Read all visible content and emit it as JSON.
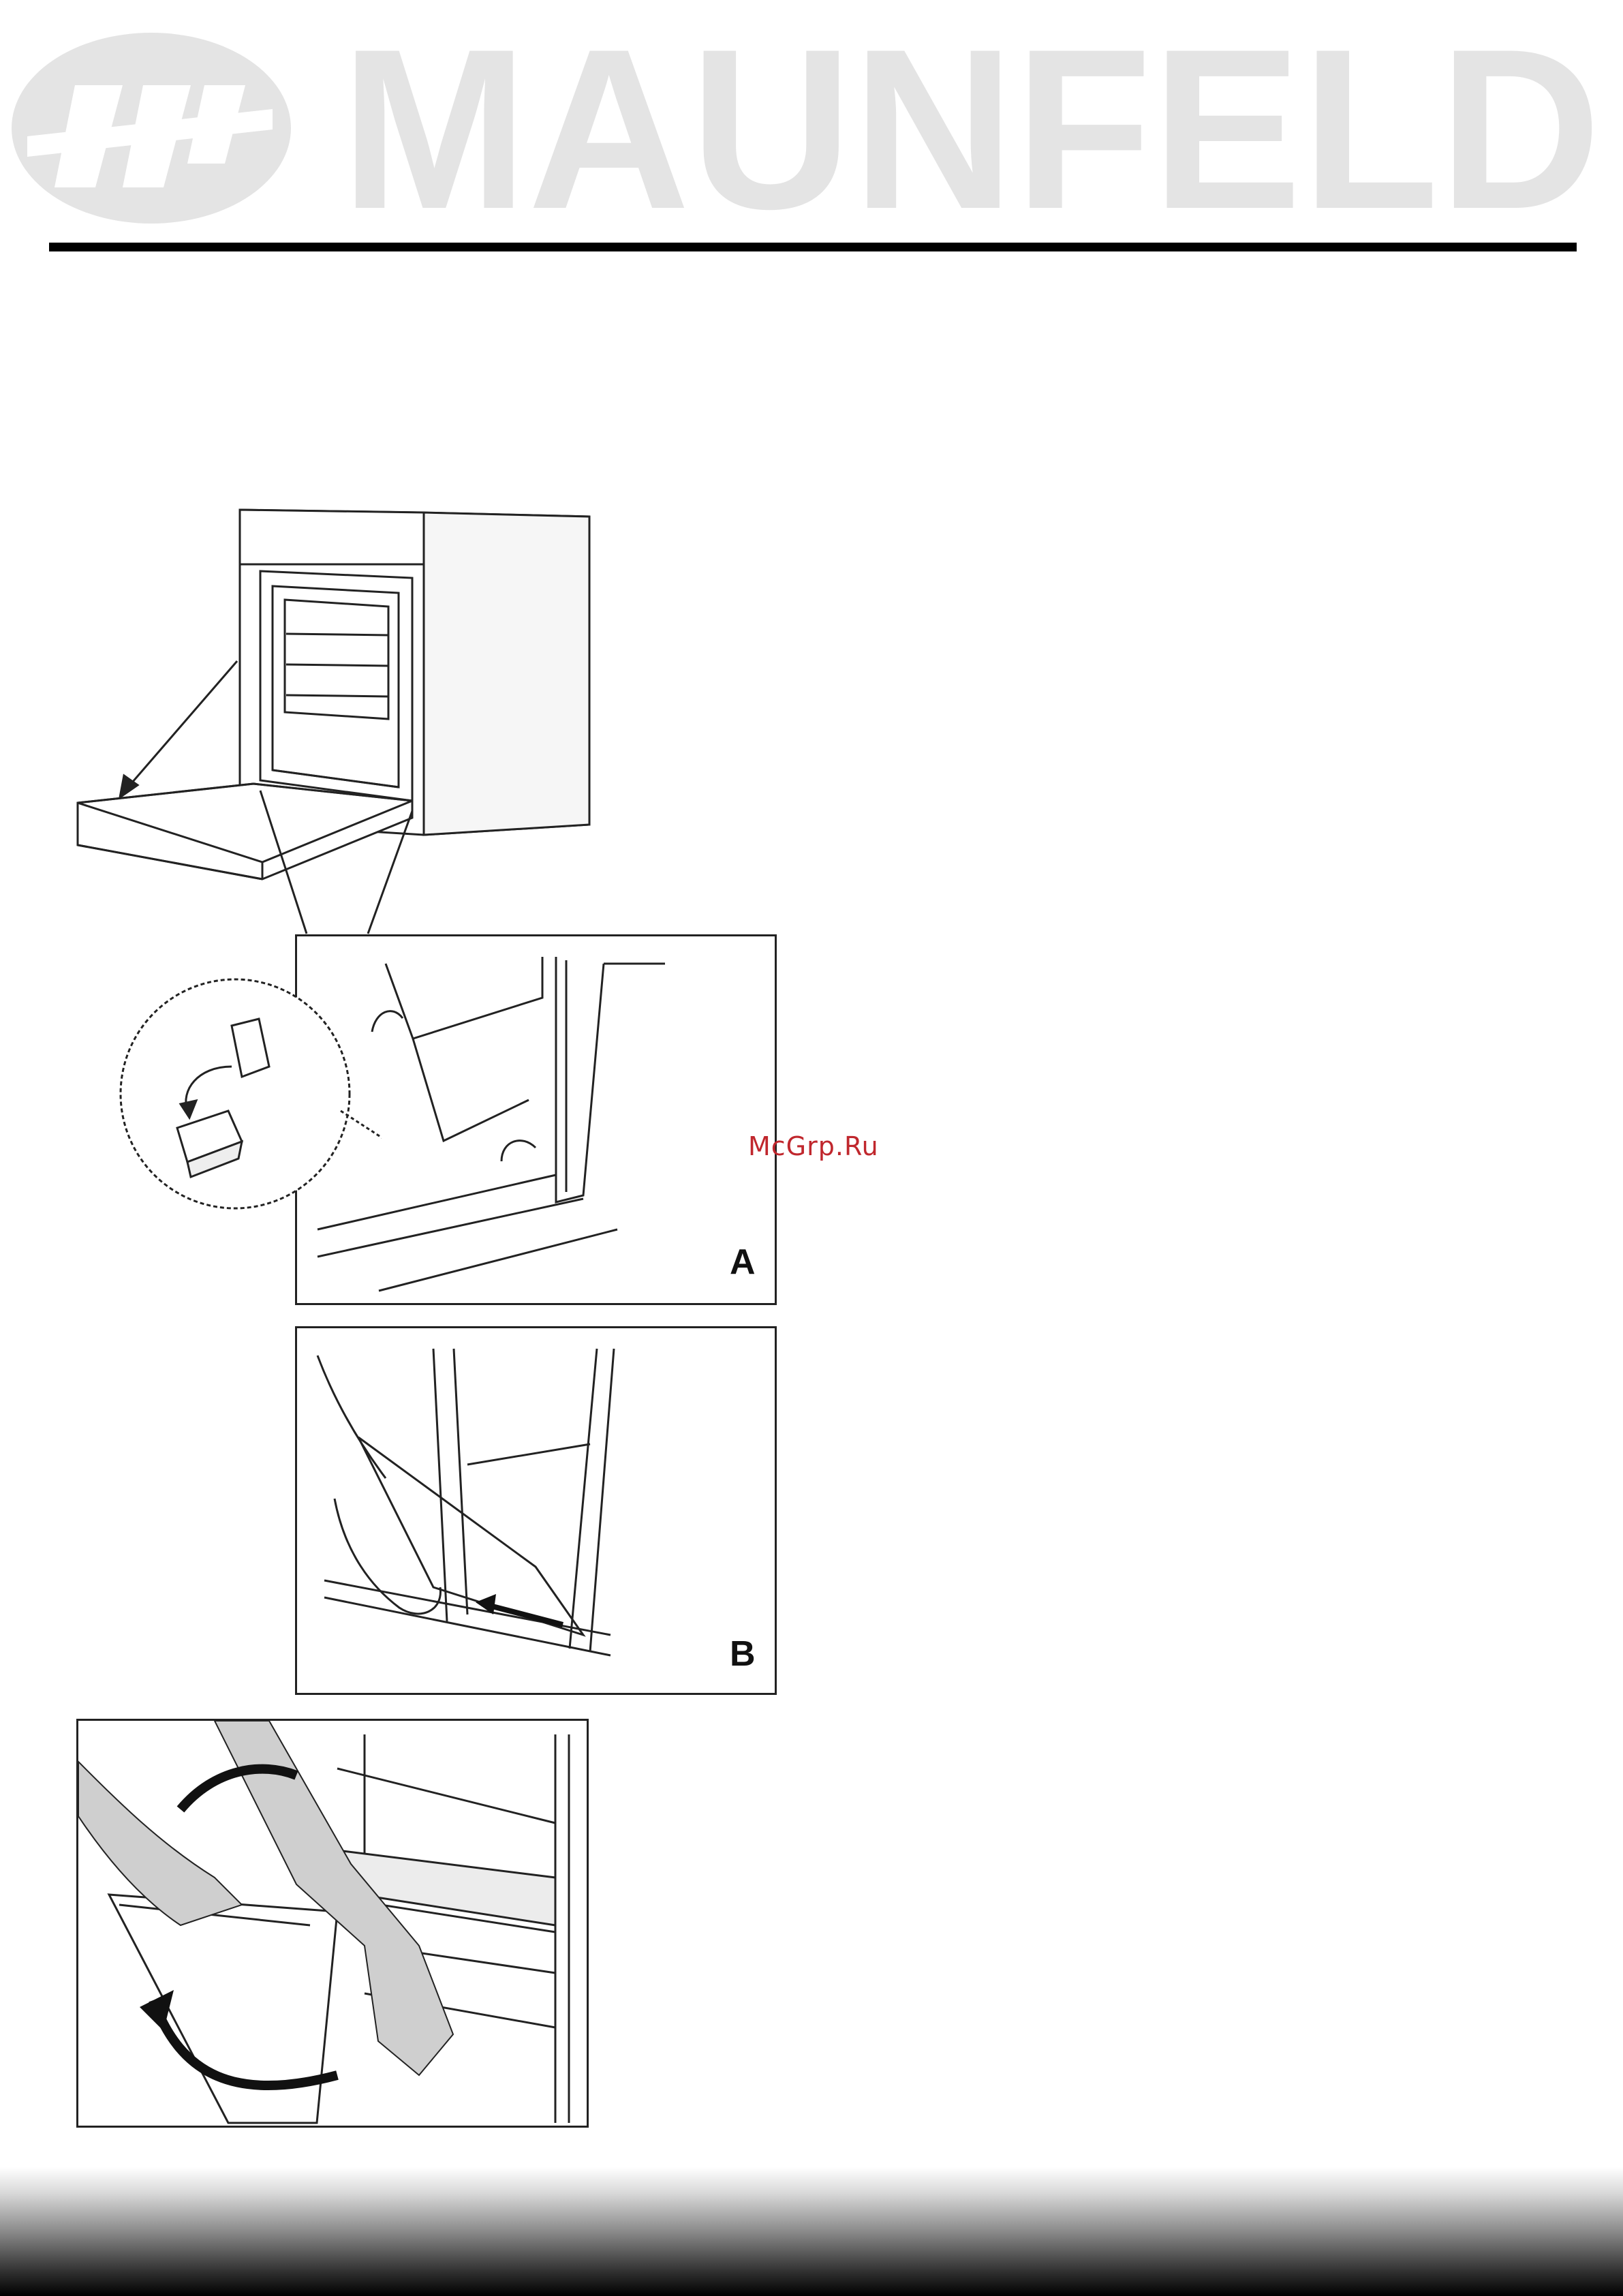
{
  "brand": {
    "name": "MAUNFELD",
    "logo_icon": "maunfeld-emblem-icon",
    "logo_color": "#e4e4e4"
  },
  "watermark": "McGrp.Ru",
  "figures": [
    {
      "id": "oven-door-open",
      "label": ""
    },
    {
      "id": "hinge-detail",
      "label": "A"
    },
    {
      "id": "door-slide-out",
      "label": "B"
    },
    {
      "id": "door-lift-off",
      "label": ""
    }
  ],
  "colors": {
    "rule": "#000000",
    "watermark": "#c0272d",
    "line_art": "#222222",
    "arm_fill": "#cfcfcf"
  }
}
